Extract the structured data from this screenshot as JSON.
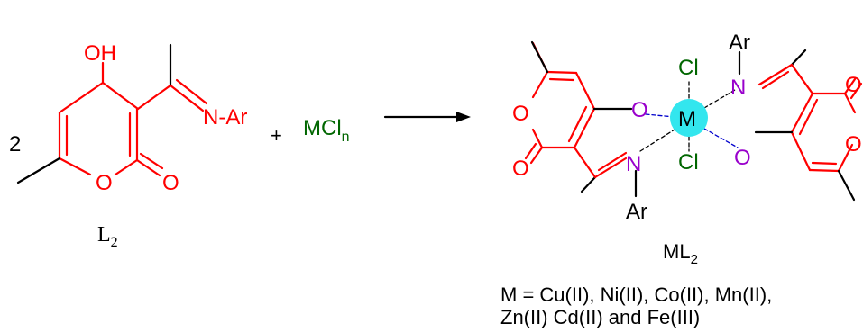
{
  "colors": {
    "bond": "#000000",
    "ring": "#ff0000",
    "nitrogen": "#9900cc",
    "oxygen_metal": "#9900cc",
    "chloride": "#006600",
    "metal_fill": "#33e6ee",
    "coord_dash": "#0000cc"
  },
  "reactant": {
    "coefficient": "2",
    "oh": "OH",
    "imine": "N-Ar",
    "ring_o": "O",
    "carbonyl_o": "O",
    "label_main": "L",
    "label_sub": "2"
  },
  "reagent": {
    "plus": "+",
    "main": "MCl",
    "sub": "n"
  },
  "product": {
    "metal": "M",
    "cl_top": "Cl",
    "cl_bottom": "Cl",
    "ar_top": "Ar",
    "ar_bottom": "Ar",
    "n_top": "N",
    "n_bottom": "N",
    "o_left": "O",
    "o_right": "O",
    "ring_o_left": "O",
    "carbonyl_o_left": "O",
    "ring_o_right": "O",
    "carbonyl_o_right": "O",
    "label_main": "ML",
    "label_sub": "2"
  },
  "metals_line1": "M = Cu(II), Ni(II), Co(II), Mn(II),",
  "metals_line2": "Zn(II) Cd(II) and Fe(III)"
}
